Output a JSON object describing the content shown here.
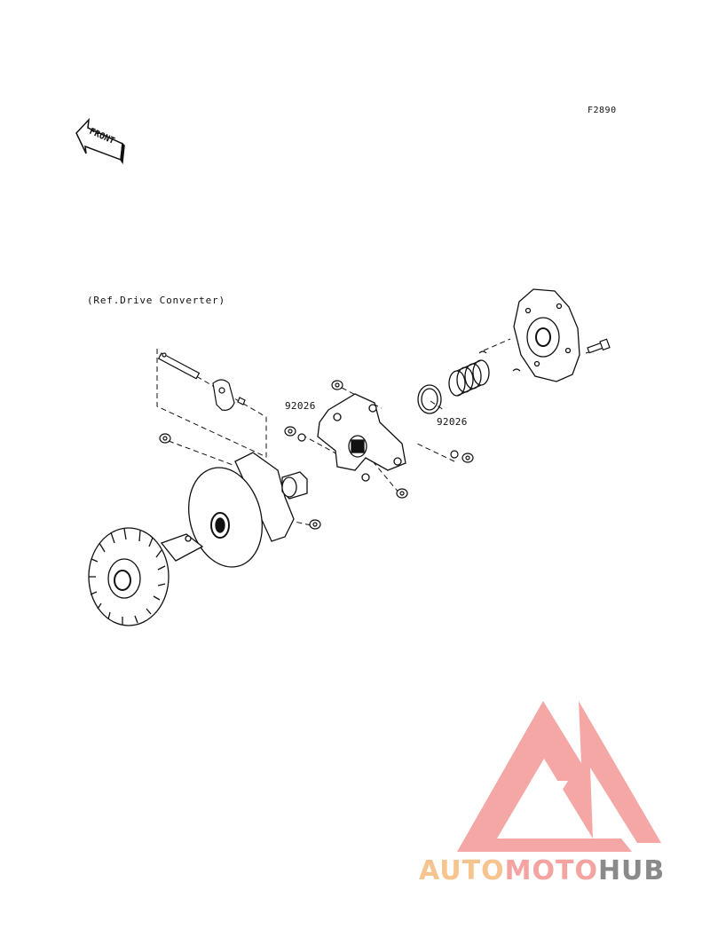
{
  "figure_code": "F2890",
  "front_arrow_label": "FRONT",
  "reference_note": "(Ref.Drive Converter)",
  "callouts": [
    {
      "part_number": "92026"
    },
    {
      "part_number": "92026"
    }
  ],
  "watermark": {
    "parts": [
      "AUTO",
      "MOTO",
      "HUB"
    ],
    "colors": [
      "#f6c48e",
      "#f4a3a0",
      "#8a8a8a"
    ],
    "logo_color": "#f4a3a0"
  }
}
